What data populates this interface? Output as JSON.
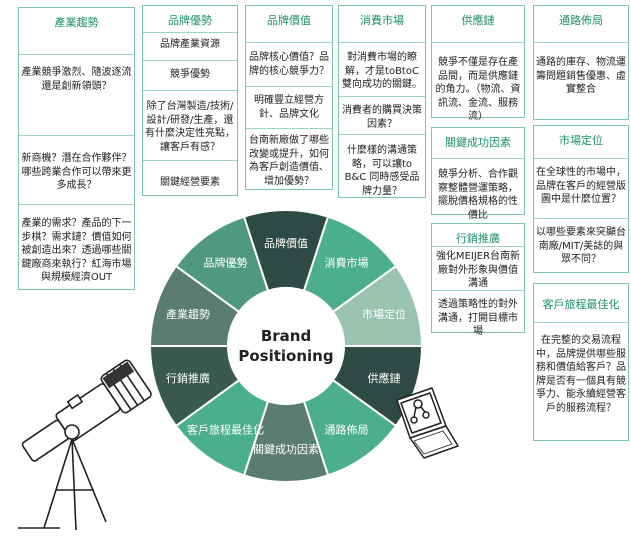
{
  "center": {
    "line1": "Brand",
    "line2": "Positioning"
  },
  "wheel_segments": [
    {
      "label": "品牌價值",
      "color": "#2e4a44"
    },
    {
      "label": "消費市場",
      "color": "#4caf8c"
    },
    {
      "label": "市場定位",
      "color": "#9ac3b2"
    },
    {
      "label": "供應鏈",
      "color": "#2e4a44"
    },
    {
      "label": "通路佈局",
      "color": "#4caf8c"
    },
    {
      "label": "關鍵成功因素",
      "color": "#5b7c70"
    },
    {
      "label": "客戶旅程最佳化",
      "color": "#4caf8c"
    },
    {
      "label": "行銷推廣",
      "color": "#3a5a51"
    },
    {
      "label": "產業趨勢",
      "color": "#5b7c70"
    },
    {
      "label": "品牌優勢",
      "color": "#4f9a7f"
    }
  ],
  "cards": {
    "industry_trend": {
      "title": "產業趨勢",
      "items": [
        "產業競爭激烈、隨波逐流還是創新領頭？",
        "新商機？潛在合作夥伴？哪些跨業合作可以帶來更多成長？",
        "產業的需求？產品的下一步棋？需求鏈？價值如何被創造出來？透過哪些關鍵廠商來執行？紅海市場與規模經濟OUT"
      ]
    },
    "brand_advantage": {
      "title": "品牌優勢",
      "items": [
        "品牌產業資源",
        "競爭優勢",
        "除了台灣製造/技術/設計/研發/生產，還有什麼決定性亮點，讓客戶有感？",
        "關鍵經營要素"
      ]
    },
    "brand_value": {
      "title": "品牌價值",
      "items": [
        "品牌核心價值？品牌的核心競爭力？",
        "明確豐立經營方針、品牌文化",
        "台南新廠做了哪些改變或提升，如何為客戶創造價值、增加優勢？"
      ]
    },
    "consumer_market": {
      "title": "消費市場",
      "items": [
        "對消費市場的瞭解，才是toBtoC雙向成功的關鍵。",
        "消費者的購買決策因素？",
        "什麼樣的溝通策略，可以讓to B&C 同時感受品牌力量？"
      ]
    },
    "supply_chain": {
      "title": "供應鏈",
      "items": [
        "競爭不僅是存在產品間，而是供應鏈的角力。（物流、資訊流、金流、服務流）"
      ]
    },
    "channel_layout": {
      "title": "通路佈局",
      "items": [
        "通路的庫存、物流運籌問題銷售優惠、虛實整合"
      ]
    },
    "key_success": {
      "title": "關鍵成功因素",
      "items": [
        "競爭分析、合作觀察整體營運策略，擺脫價格規格的性價比"
      ]
    },
    "market_position": {
      "title": "市場定位",
      "items": [
        "在全球性的市場中，品牌在客戶的經營版圖中是什麼位置？",
        "以哪些要素來突顯台南廠/MIT/美誌的與眾不同？"
      ]
    },
    "marketing": {
      "title": "行銷推廣",
      "items": [
        "強化MEIJER台南新廠對外形象與價值溝通",
        "透過策略性的對外溝通，打開目標市場"
      ]
    },
    "journey": {
      "title": "客戶旅程最佳化",
      "items": [
        "在完整的交易流程中，品牌提供哪些服務和價值給客戶？品牌是否有一個具有競爭力、能永續經營客戶的服務流程？"
      ]
    }
  }
}
